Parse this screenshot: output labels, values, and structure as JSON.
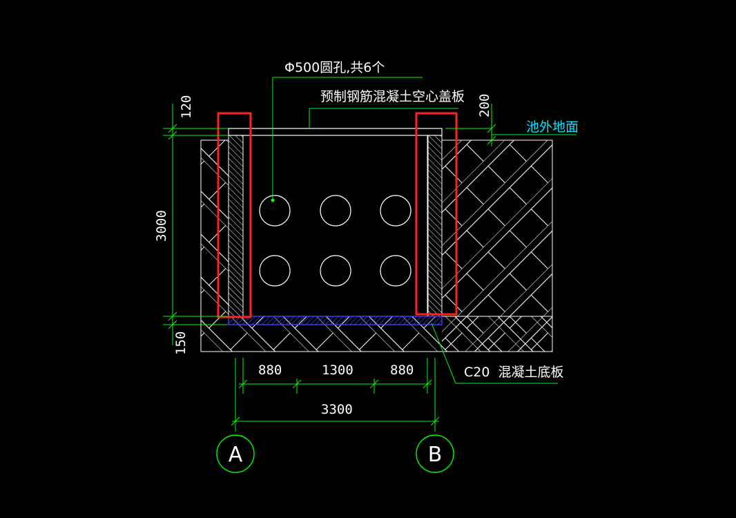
{
  "colors": {
    "background": "#000000",
    "outline": "#ffffff",
    "dimension": "#00ff00",
    "soil_hatch": "#ffffff",
    "wall_hatch": "#ffffff",
    "highlight_box": "#ff2020",
    "base_slab": "#2a2aff",
    "ground_label": "#00e5ff",
    "leader": "#00ff00"
  },
  "labels": {
    "hole_note": "Φ500圆孔,共6个",
    "cover_slab": "预制钢筋混凝土空心盖板",
    "outside_ground": "池外地面",
    "base_slab": "C20  混凝土底板"
  },
  "dimensions": {
    "cover_thickness": "120",
    "ground_offset": "200",
    "depth": "3000",
    "base_thickness": "150",
    "bottom_left": "880",
    "bottom_middle": "1300",
    "bottom_right": "880",
    "total_width": "3300"
  },
  "axes": {
    "left": "A",
    "right": "B"
  },
  "holes": {
    "count": 6,
    "rows": 2,
    "columns": 3
  }
}
